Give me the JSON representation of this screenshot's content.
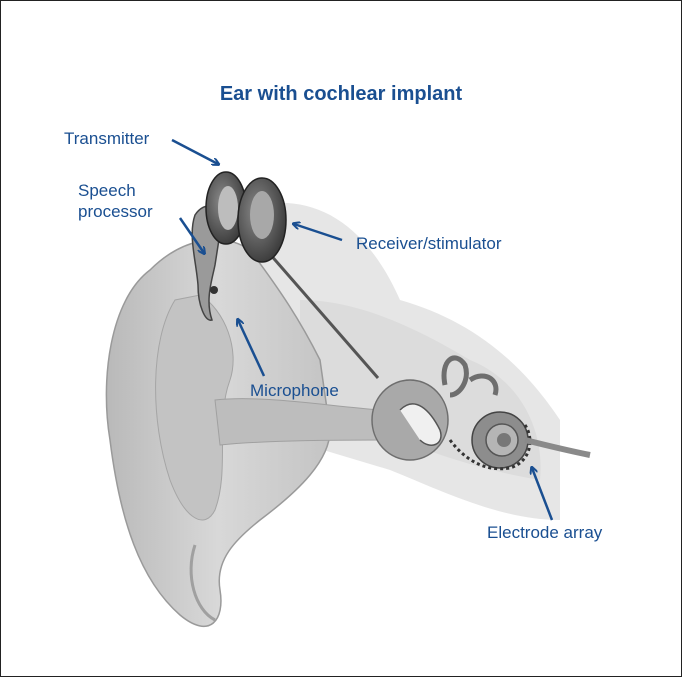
{
  "diagram": {
    "title": "Ear with cochlear implant",
    "labels": {
      "transmitter": "Transmitter",
      "speech_processor_line1": "Speech",
      "speech_processor_line2": "processor",
      "receiver": "Receiver/stimulator",
      "microphone": "Microphone",
      "electrode": "Electrode array"
    },
    "colors": {
      "label": "#1a4f91",
      "arrow": "#1a4f91",
      "skin": "#cfcfcf",
      "bone": "#e2e2e2",
      "device": "#555555"
    }
  }
}
